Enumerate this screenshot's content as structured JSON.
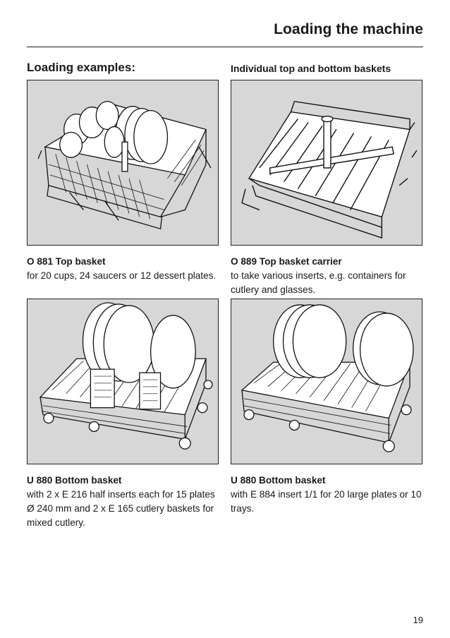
{
  "header": {
    "title": "Loading the machine"
  },
  "sections": {
    "left_heading": "Loading examples:",
    "right_heading": "Individual top and bottom baskets"
  },
  "items": [
    {
      "title": "O 881 Top basket",
      "body": "for 20 cups, 24 saucers or 12 dessert plates."
    },
    {
      "title": "O 889 Top basket carrier",
      "body": "to take various inserts, e.g. containers for cutlery and glasses."
    },
    {
      "title": "U 880 Bottom basket",
      "body": "with 2 x E 216 half inserts each for 15 plates Ø 240 mm and 2 x E 165 cutlery baskets for mixed cutlery."
    },
    {
      "title": "U 880 Bottom basket",
      "body": "with E 884 insert 1/1 for 20 large plates or 10 trays."
    }
  ],
  "footer": {
    "page_number": "19"
  }
}
